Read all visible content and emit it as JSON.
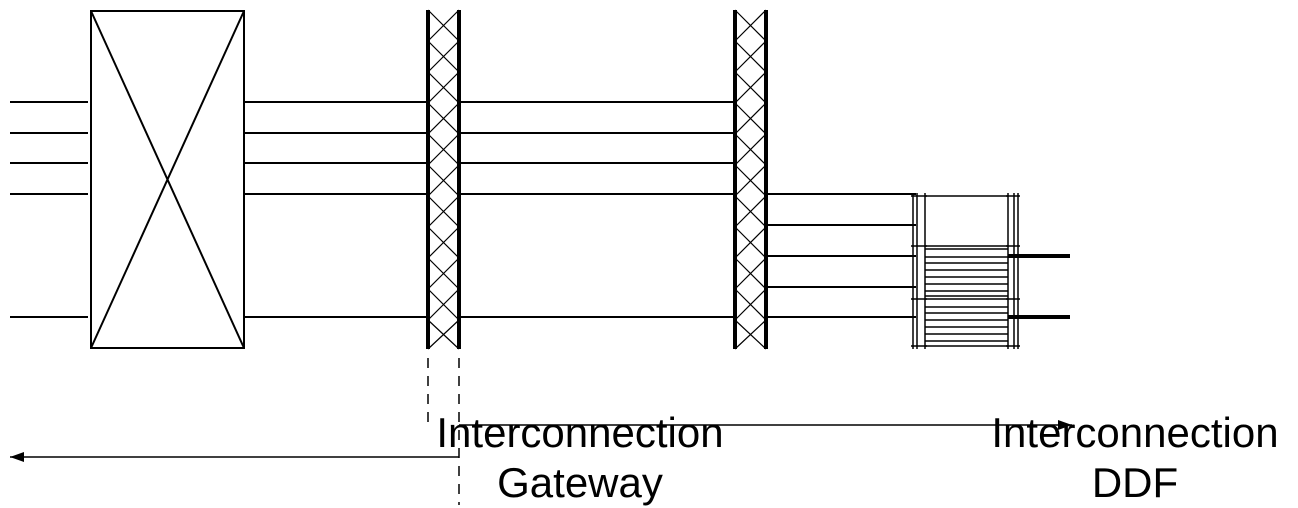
{
  "labels": {
    "gateway": {
      "line1": "Interconnection",
      "line2": "Gateway"
    },
    "ddf": {
      "line1": "Interconnection",
      "line2": "DDF"
    }
  },
  "colors": {
    "stroke": "#000000",
    "background": "#ffffff"
  }
}
